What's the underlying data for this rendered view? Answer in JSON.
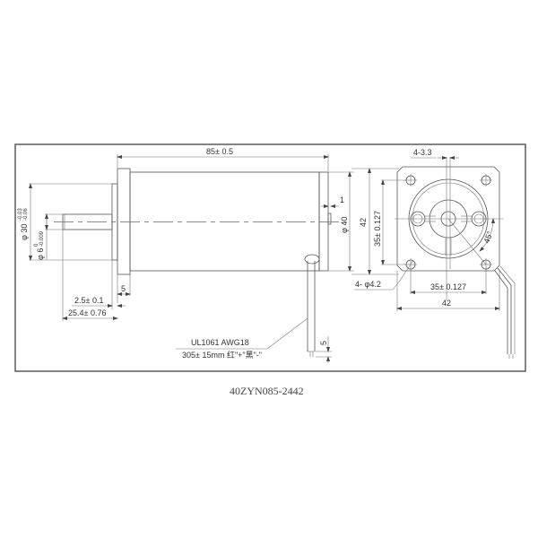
{
  "drawing": {
    "model": "40ZYN085-2442",
    "side_view": {
      "length": "85± 0.5",
      "body_diameter": "φ 40",
      "flange_height": "42",
      "end_cap_offset": "1",
      "pilot_diameter": "φ 30",
      "pilot_tol_upper": "-0.03",
      "pilot_tol_lower": "-0.06",
      "shaft_diameter": "φ 6",
      "shaft_tol_upper": "0",
      "shaft_tol_lower": "-0.009",
      "flange_thickness": "5",
      "pilot_length": "2.5± 0.1",
      "shaft_length": "25.4± 0.76"
    },
    "lead_wire": {
      "spec_line1": "UL1061 AWG18",
      "spec_line2": "305± 15mm 红\"+\"黑\"-\"",
      "strip_length": "5"
    },
    "front_view": {
      "slot_holes": "4-3.3",
      "hole_spacing_vertical": "35± 0.127",
      "hole_spacing_horizontal": "35± 0.127",
      "mount_holes": "4- φ4.2",
      "flange_width": "42",
      "angle": "45°"
    }
  }
}
